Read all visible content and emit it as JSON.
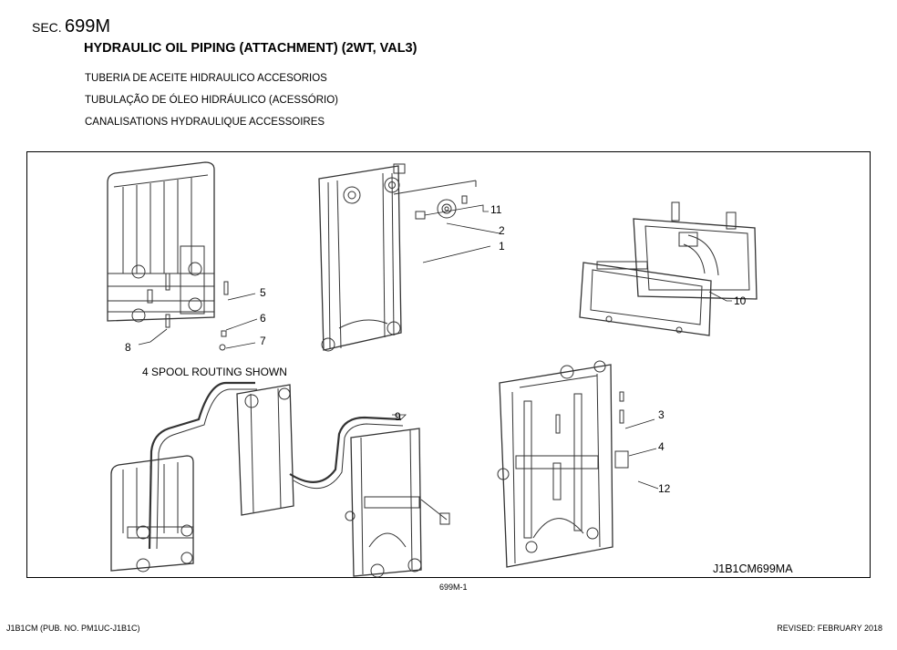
{
  "header": {
    "sec_label": "SEC.",
    "sec_number": "699M",
    "title": "HYDRAULIC OIL PIPING (ATTACHMENT) (2WT, VAL3)",
    "subtitle_es": "TUBERIA DE ACEITE HIDRAULICO ACCESORIOS",
    "subtitle_pt": "TUBULAÇÃO DE ÓLEO HIDRÁULICO (ACESSÓRIO)",
    "subtitle_fr": "CANALISATIONS HYDRAULIQUE ACCESSOIRES"
  },
  "diagram": {
    "routing_note": "4 SPOOL ROUTING SHOWN",
    "drawing_code": "J1B1CM699MA",
    "callouts": [
      "1",
      "2",
      "3",
      "4",
      "5",
      "6",
      "7",
      "8",
      "9",
      "10",
      "11",
      "12"
    ]
  },
  "footer": {
    "figure_id": "699M-1",
    "publication": "J1B1CM (PUB. NO. PM1UC-J1B1C)",
    "revised": "REVISED: FEBRUARY 2018"
  }
}
